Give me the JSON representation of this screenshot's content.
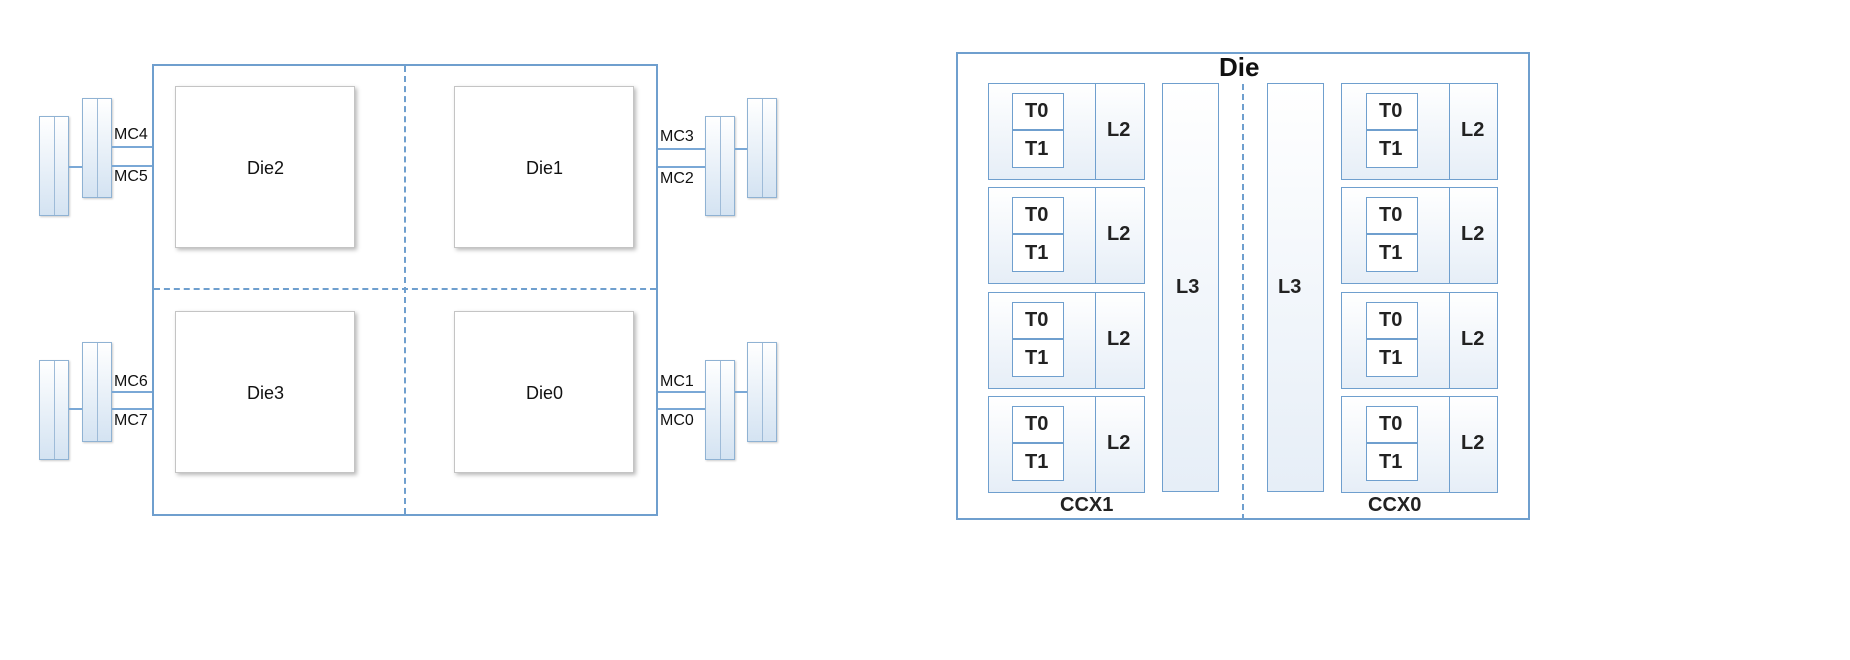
{
  "package": {
    "dies": [
      {
        "label": "Die2"
      },
      {
        "label": "Die1"
      },
      {
        "label": "Die3"
      },
      {
        "label": "Die0"
      }
    ],
    "memory_channels": [
      "MC4",
      "MC5",
      "MC3",
      "MC2",
      "MC6",
      "MC7",
      "MC1",
      "MC0"
    ]
  },
  "die_detail": {
    "title": "Die",
    "l3_label": "L3",
    "l2_label": "L2",
    "threads": [
      "T0",
      "T1"
    ],
    "ccx_left": "CCX1",
    "ccx_right": "CCX0"
  },
  "colors": {
    "outline": "#6f9fce",
    "fill_gradient_end": "#e6eef7"
  }
}
